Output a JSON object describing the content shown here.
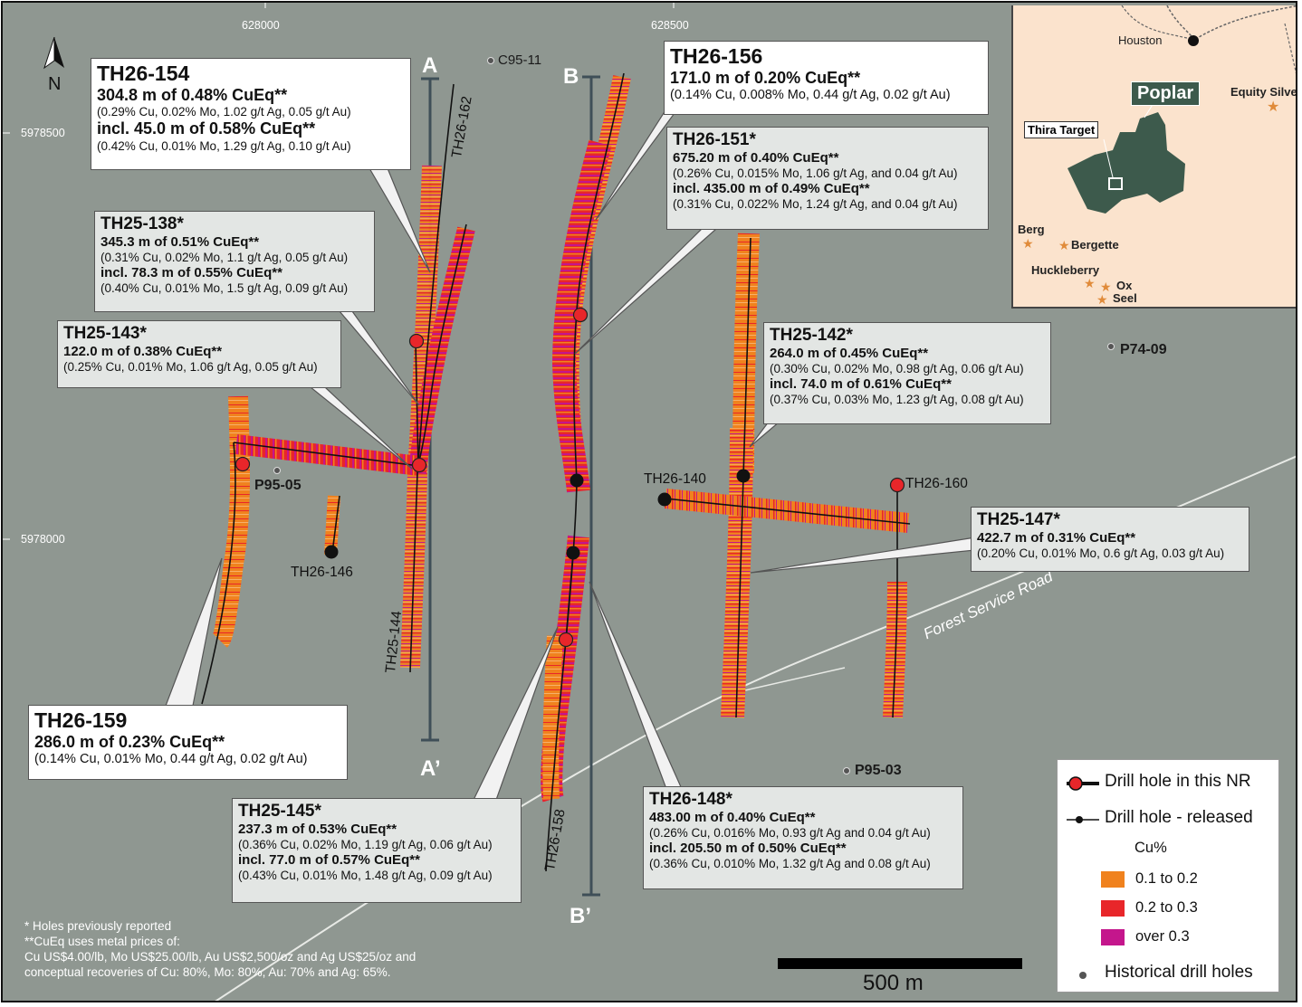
{
  "coords": {
    "x1": "628000",
    "x2": "628500",
    "y1": "5978500",
    "y2": "5978000"
  },
  "sections": {
    "a": "A",
    "a_prime": "A’",
    "b": "B",
    "b_prime": "B’"
  },
  "north": "N",
  "road": "Forest Service Road",
  "historical_holes": [
    "C95-11",
    "P95-05",
    "P74-09",
    "P95-03"
  ],
  "hole_labels": {
    "h162": "TH26-162",
    "h144": "TH25-144",
    "h146": "TH26-146",
    "h158": "TH26-158",
    "h140": "TH26-140",
    "h160": "TH26-160"
  },
  "callouts": {
    "th154": {
      "title": "TH26-154",
      "l1": "304.8 m of 0.48% CuEq**",
      "d1": "(0.29% Cu, 0.02% Mo, 1.02 g/t Ag, 0.05 g/t Au)",
      "l2": "incl. 45.0 m of 0.58% CuEq**",
      "d2": "(0.42% Cu, 0.01% Mo, 1.29 g/t Ag, 0.10 g/t Au)"
    },
    "th138": {
      "title": "TH25-138*",
      "l1": "345.3 m of 0.51% CuEq**",
      "d1": "(0.31% Cu, 0.02% Mo, 1.1 g/t Ag, 0.05 g/t Au)",
      "l2": "incl. 78.3 m of 0.55% CuEq**",
      "d2": "(0.40% Cu, 0.01% Mo, 1.5 g/t Ag, 0.09 g/t Au)"
    },
    "th143": {
      "title": "TH25-143*",
      "l1": "122.0 m of 0.38% CuEq**",
      "d1": "(0.25% Cu, 0.01% Mo, 1.06 g/t Ag, 0.05 g/t Au)"
    },
    "th156": {
      "title": "TH26-156",
      "l1": "171.0 m of 0.20% CuEq**",
      "d1": "(0.14% Cu, 0.008% Mo, 0.44 g/t Ag, 0.02 g/t Au)"
    },
    "th151": {
      "title": "TH26-151*",
      "l1": "675.20 m of 0.40% CuEq**",
      "d1": "(0.26% Cu, 0.015% Mo, 1.06 g/t Ag, and 0.04 g/t Au)",
      "l2": "incl. 435.00 m of 0.49% CuEq**",
      "d2": "(0.31% Cu, 0.022% Mo, 1.24 g/t Ag, and 0.04 g/t Au)"
    },
    "th142": {
      "title": "TH25-142*",
      "l1": "264.0 m of 0.45% CuEq**",
      "d1": "(0.30% Cu, 0.02% Mo, 0.98 g/t Ag, 0.06 g/t Au)",
      "l2": "incl. 74.0 m of 0.61% CuEq**",
      "d2": "(0.37% Cu, 0.03% Mo, 1.23 g/t Ag, 0.08 g/t Au)"
    },
    "th147": {
      "title": "TH25-147*",
      "l1": "422.7 m of 0.31% CuEq**",
      "d1": "(0.20% Cu, 0.01% Mo, 0.6 g/t Ag, 0.03 g/t Au)"
    },
    "th159": {
      "title": "TH26-159",
      "l1": "286.0 m of 0.23% CuEq**",
      "d1": "(0.14% Cu, 0.01% Mo, 0.44 g/t Ag, 0.02 g/t Au)"
    },
    "th145": {
      "title": "TH25-145*",
      "l1": "237.3 m of 0.53% CuEq**",
      "d1": "(0.36% Cu, 0.02% Mo, 1.19 g/t Ag, 0.06 g/t Au)",
      "l2": "incl. 77.0 m of 0.57% CuEq**",
      "d2": "(0.43% Cu, 0.01% Mo, 1.48 g/t Ag, 0.09 g/t Au)"
    },
    "th148": {
      "title": "TH26-148*",
      "l1": "483.00 m of 0.40% CuEq**",
      "d1": "(0.26% Cu, 0.016% Mo, 0.93 g/t Ag and 0.04 g/t Au)",
      "l2": "incl. 205.50 m of 0.50% CuEq**",
      "d2": "(0.36% Cu, 0.010% Mo, 1.32 g/t Ag and 0.08 g/t Au)"
    }
  },
  "legend": {
    "nr": "Drill hole in this NR",
    "released": "Drill hole - released",
    "cu_title": "Cu%",
    "bins": [
      {
        "label": "0.1 to 0.2",
        "color": "#f0821e"
      },
      {
        "label": "0.2 to 0.3",
        "color": "#e8262a"
      },
      {
        "label": "over 0.3",
        "color": "#c4168c"
      }
    ],
    "historical": "Historical drill holes"
  },
  "scale": "500 m",
  "notes": {
    "n1": "* Holes previously reported",
    "n2": "**CuEq uses metal prices of:",
    "n3": "Cu US$4.00/lb, Mo US$25.00/lb, Au US$2,500/oz and Ag US$25/oz and",
    "n4": "conceptual recoveries of Cu: 80%, Mo: 80%, Au: 70% and Ag: 65%."
  },
  "inset": {
    "houston": "Houston",
    "poplar": "Poplar",
    "equity": "Equity Silver",
    "thira": "Thira Target",
    "berg": "Berg",
    "bergette": "Bergette",
    "huckleberry": "Huckleberry",
    "ox": "Ox",
    "seel": "Seel"
  }
}
